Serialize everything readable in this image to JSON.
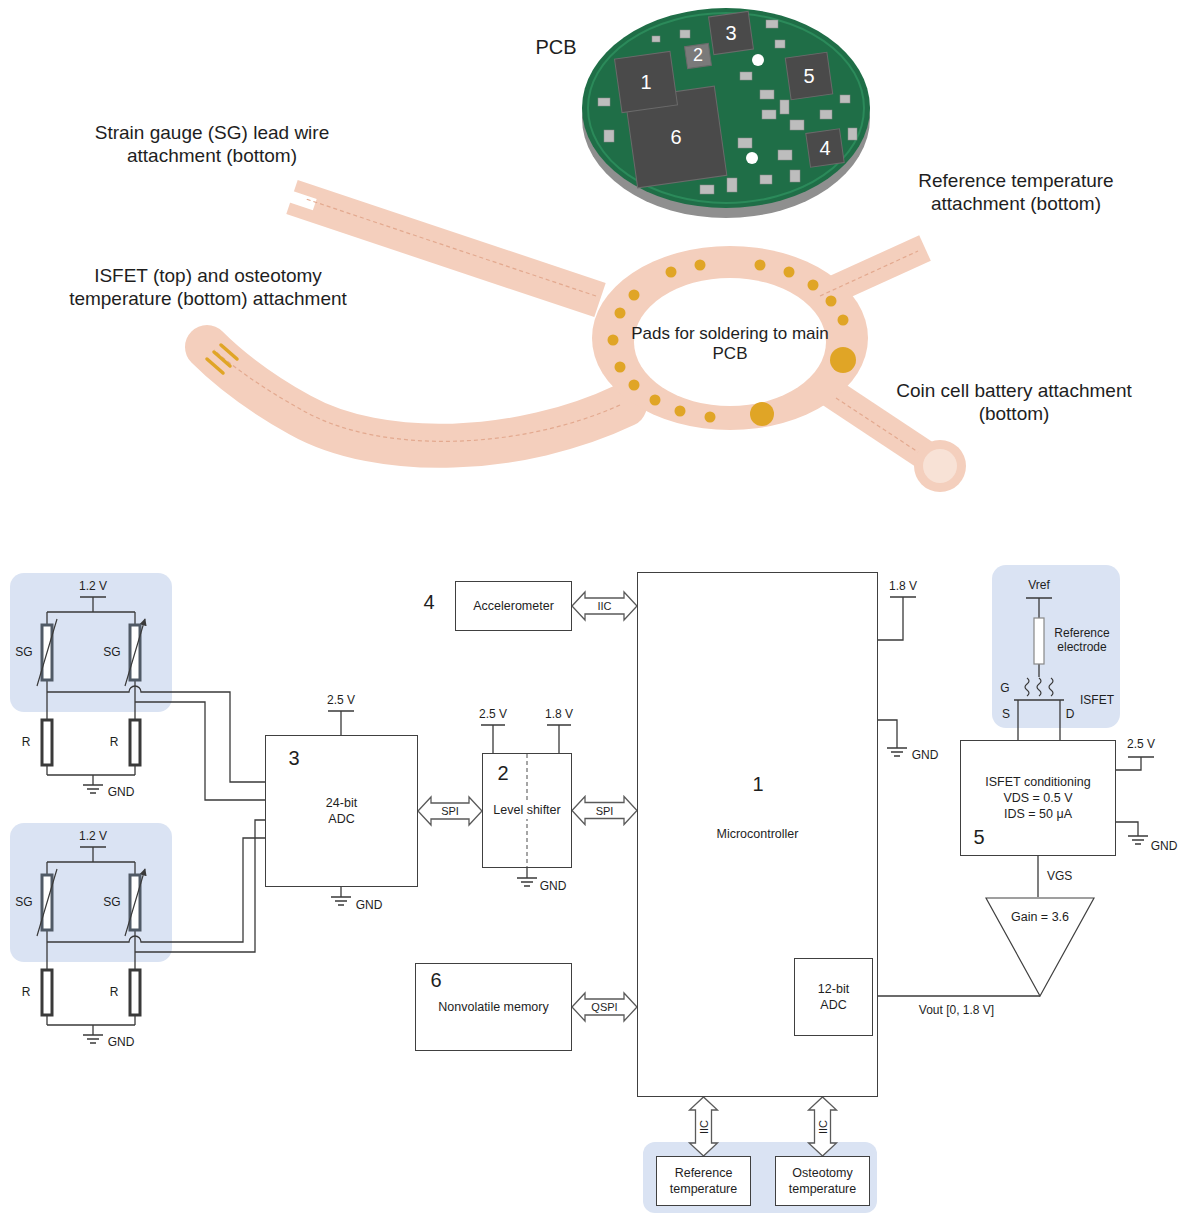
{
  "diagram": {
    "nodes": [
      {
        "text": [
          "Accelerometer"
        ]
      },
      {
        "text": [
          "3",
          "24-bit ADC"
        ]
      },
      {
        "text": [
          "2",
          "Level shifter"
        ]
      },
      {
        "text": [
          "1",
          "Microcontroller"
        ]
      },
      {
        "text": [
          "12-bit ADC"
        ],
        "in": 3
      },
      {
        "text": [
          "5",
          "ISFET conditioning",
          "VDS = 0.5 V",
          "IDS = 50 μA"
        ]
      },
      {
        "text": [
          "Gain = 3.6"
        ]
      },
      {
        "text": [
          "6",
          "Nonvolatile memory"
        ]
      },
      {
        "text": [
          "Reference temperature"
        ]
      },
      {
        "text": [
          "Osteotomy temperature"
        ]
      }
    ],
    "edges": [
      {
        "from": 0,
        "to": 3,
        "label": "IIC",
        "arrow": "both"
      },
      {
        "from": 1,
        "to": 2,
        "label": "SPI",
        "arrow": "both"
      },
      {
        "from": 2,
        "to": 3,
        "label": "SPI",
        "arrow": "both"
      },
      {
        "from": 7,
        "to": 3,
        "label": "QSPI",
        "arrow": "both"
      },
      {
        "from": 8,
        "to": 3,
        "label": "IIC",
        "arrow": "both"
      },
      {
        "from": 9,
        "to": 3,
        "label": "IIC",
        "arrow": "both"
      },
      {
        "from": 5,
        "to": 6,
        "label": "VGS",
        "arrow": "none"
      },
      {
        "from": 6,
        "to": 4,
        "label": "Vout [0, 1.8 V]",
        "arrow": "none"
      }
    ],
    "labels": [
      "PCB",
      "1",
      "2",
      "3",
      "5",
      "6",
      "4",
      "Strain gauge (SG) lead wire attachment (bottom)",
      "Reference temperature attachment (bottom)",
      "ISFET (top) and osteotomy temperature (bottom) attachment",
      "Pads for soldering to main PCB",
      "Coin cell battery attachment (bottom)",
      "1.2 V",
      "SG",
      "SG",
      "R",
      "R",
      "GND",
      "1.2 V",
      "SG",
      "SG",
      "R",
      "R",
      "GND",
      "4",
      "2.5 V",
      "GND",
      "2.5 V",
      "1.8 V",
      "GND",
      "1.8 V",
      "GND",
      "Vref",
      "Reference electrode",
      "G",
      "S",
      "D",
      "ISFET",
      "2.5 V",
      "GND"
    ]
  }
}
